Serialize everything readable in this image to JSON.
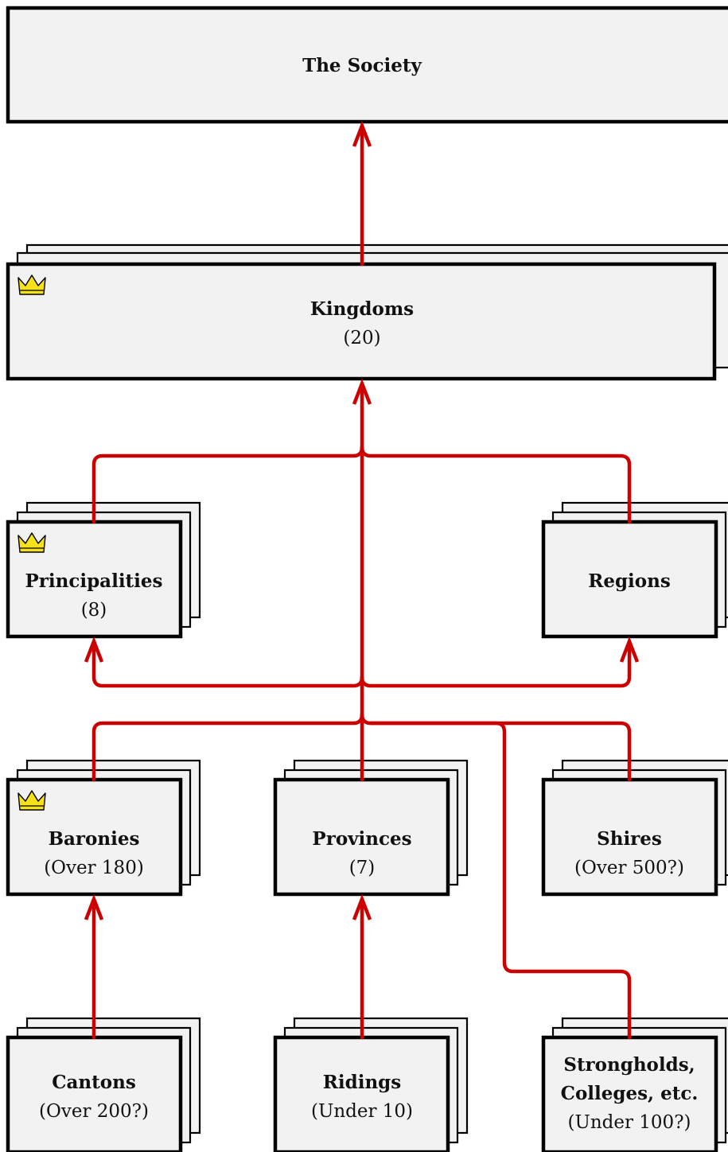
{
  "nodes": {
    "society": {
      "title": "The Society"
    },
    "kingdoms": {
      "title": "Kingdoms",
      "count": "(20)"
    },
    "principalities": {
      "title": "Principalities",
      "count": "(8)"
    },
    "regions": {
      "title": "Regions"
    },
    "baronies": {
      "title": "Baronies",
      "count": "(Over 180)"
    },
    "provinces": {
      "title": "Provinces",
      "count": "(7)"
    },
    "shires": {
      "title": "Shires",
      "count": "(Over 500?)"
    },
    "cantons": {
      "title": "Cantons",
      "count": "(Over 200?)"
    },
    "ridings": {
      "title": "Ridings",
      "count": "(Under 10)"
    },
    "strongholds": {
      "title_line1": "Strongholds,",
      "title_line2": "Colleges, etc.",
      "count": "(Under 100?)"
    }
  },
  "colors": {
    "arrow": "#cc0000",
    "box_fill": "#f2f2f2",
    "crown": "#f5e21a"
  },
  "icons": [
    "crown-icon"
  ]
}
